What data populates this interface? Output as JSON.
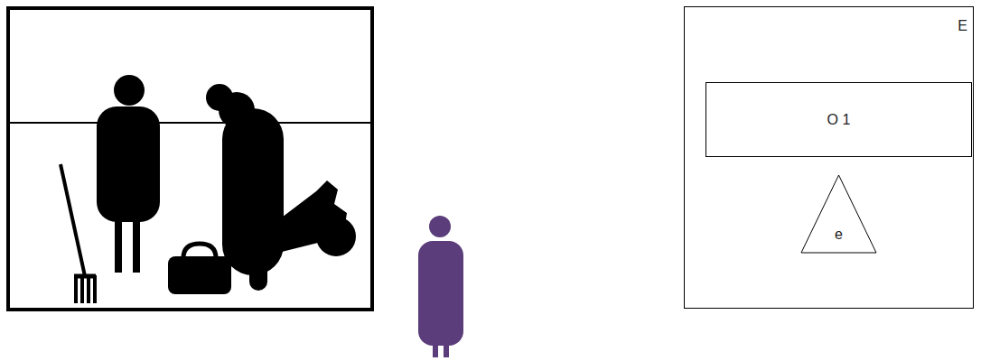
{
  "diagram": {
    "nodes": [
      {
        "text": [
          "E"
        ]
      },
      {
        "text": [
          "O 1"
        ],
        "in": 0
      },
      {
        "text": [
          "e"
        ],
        "in": 0
      }
    ]
  }
}
